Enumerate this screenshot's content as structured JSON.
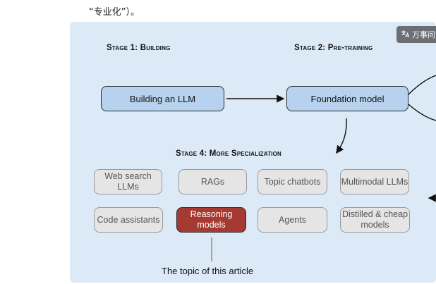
{
  "top_text": "“专业化”）。",
  "badge": {
    "icon": "translate-icon",
    "label": "万事问"
  },
  "stages": {
    "stage1": "Stage 1: Building",
    "stage2": "Stage 2: Pre-training",
    "stage4": "Stage 4: More Specialization"
  },
  "nodes": {
    "building_llm": "Building an LLM",
    "foundation_model": "Foundation model",
    "web_search": "Web search LLMs",
    "rags": "RAGs",
    "topic_chatbots": "Topic chatbots",
    "multimodal": "Multimodal LLMs",
    "code_assistants": "Code assistants",
    "reasoning_models": "Reasoning models",
    "agents": "Agents",
    "distilled": "Distilled & cheap models"
  },
  "caption": "The topic of this article",
  "colors": {
    "diagram_bg": "#dce9f6",
    "blue_box": "#b7d2ee",
    "gray_box": "#e5e5e6",
    "highlight_box": "#a63a32"
  }
}
